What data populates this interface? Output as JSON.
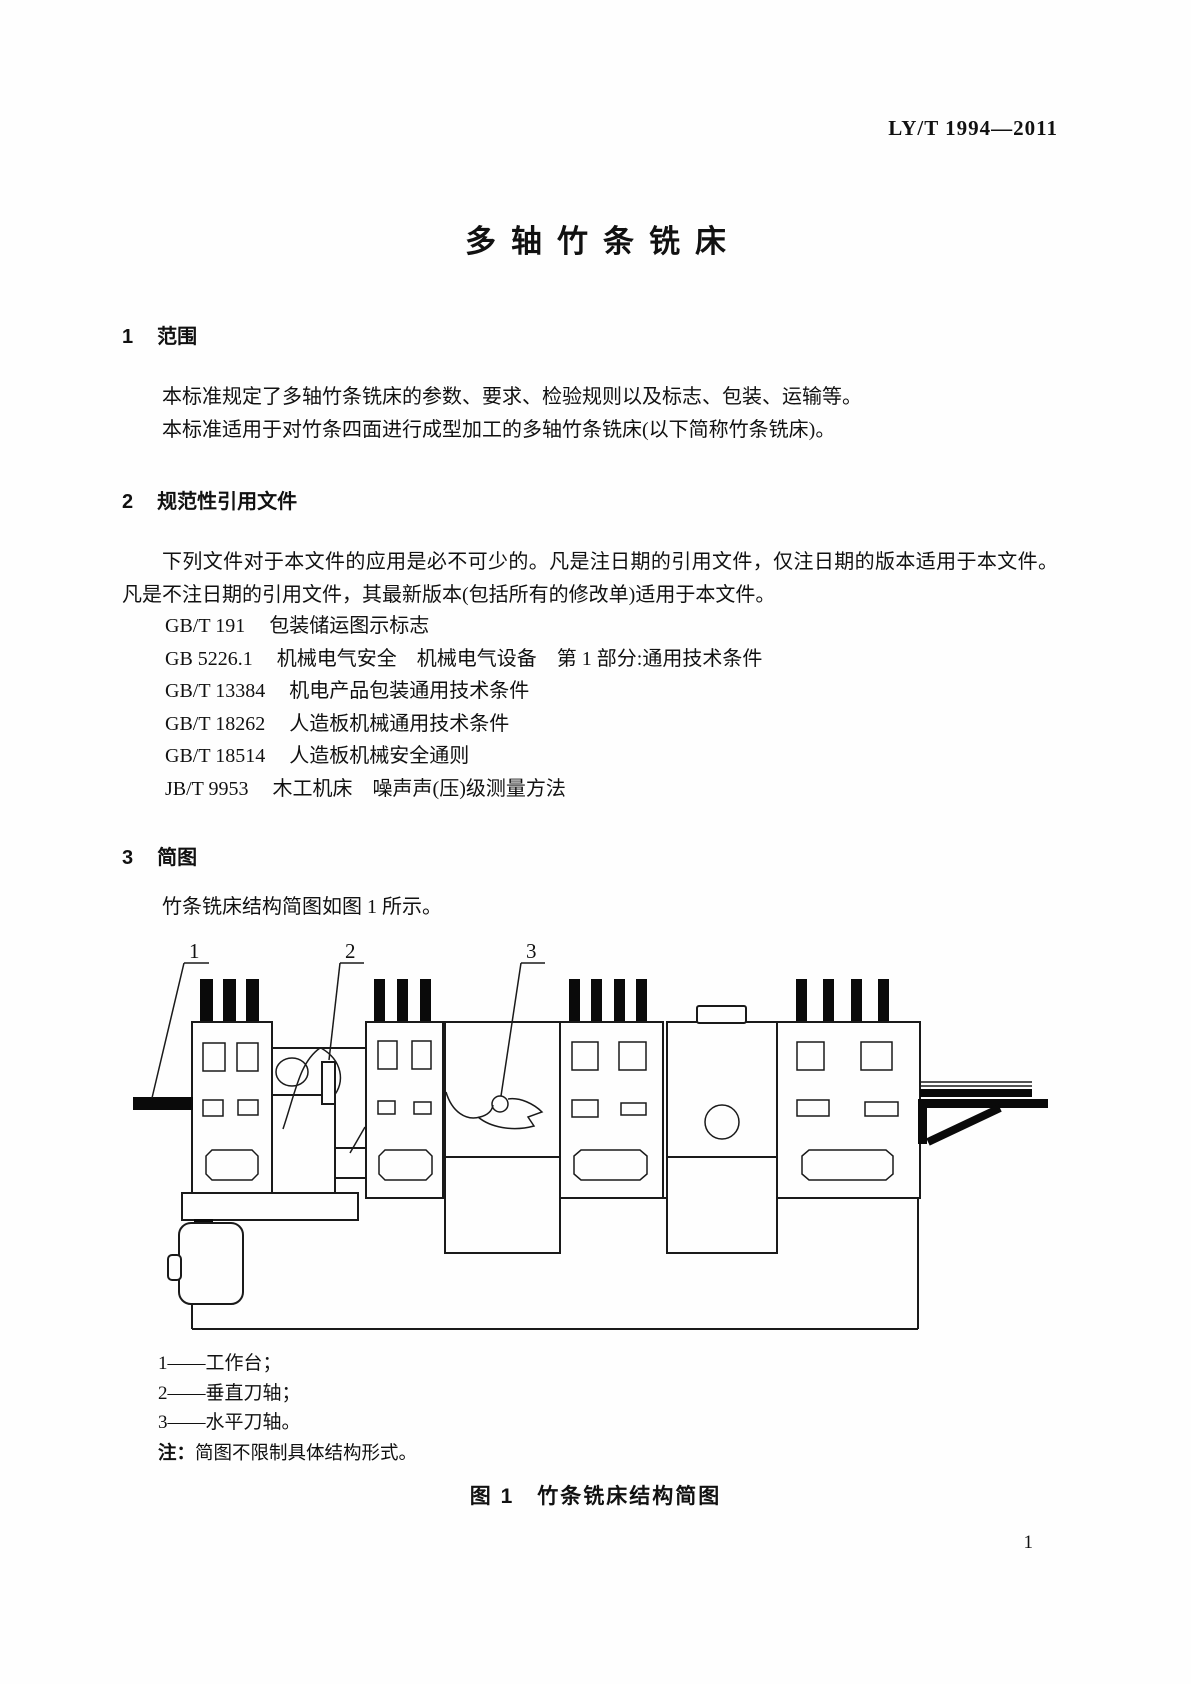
{
  "header": {
    "standard_number": "LY/T 1994—2011"
  },
  "title": "多轴竹条铣床",
  "sections": {
    "s1": {
      "number": "1",
      "heading": "范围",
      "p1": "本标准规定了多轴竹条铣床的参数、要求、检验规则以及标志、包装、运输等。",
      "p2": "本标准适用于对竹条四面进行成型加工的多轴竹条铣床(以下简称竹条铣床)。"
    },
    "s2": {
      "number": "2",
      "heading": "规范性引用文件",
      "intro": "下列文件对于本文件的应用是必不可少的。凡是注日期的引用文件，仅注日期的版本适用于本文件。凡是不注日期的引用文件，其最新版本(包括所有的修改单)适用于本文件。",
      "refs": [
        {
          "code": "GB/T 191",
          "title": "包装储运图示标志"
        },
        {
          "code": "GB 5226.1",
          "title": "机械电气安全　机械电气设备　第 1 部分:通用技术条件"
        },
        {
          "code": "GB/T 13384",
          "title": "机电产品包装通用技术条件"
        },
        {
          "code": "GB/T 18262",
          "title": "人造板机械通用技术条件"
        },
        {
          "code": "GB/T 18514",
          "title": "人造板机械安全通则"
        },
        {
          "code": "JB/T 9953",
          "title": "木工机床　噪声声(压)级测量方法"
        }
      ]
    },
    "s3": {
      "number": "3",
      "heading": "简图",
      "p1": "竹条铣床结构简图如图 1 所示。"
    }
  },
  "figure": {
    "callout_1": "1",
    "callout_2": "2",
    "callout_3": "3",
    "legend": [
      "1——工作台；",
      "2——垂直刀轴；",
      "3——水平刀轴。"
    ],
    "note_label": "注：",
    "note_text": "简图不限制具体结构形式。",
    "caption": "图 1　竹条铣床结构简图"
  },
  "footer": {
    "page_number": "1"
  }
}
